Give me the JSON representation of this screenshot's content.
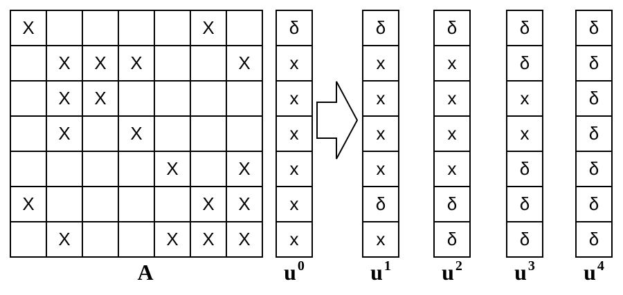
{
  "matrix": {
    "label": "A",
    "rows": [
      [
        "X",
        "",
        "",
        "",
        "",
        "X",
        ""
      ],
      [
        "",
        "X",
        "X",
        "X",
        "",
        "",
        "X"
      ],
      [
        "",
        "X",
        "X",
        "",
        "",
        "",
        ""
      ],
      [
        "",
        "X",
        "",
        "X",
        "",
        "",
        ""
      ],
      [
        "",
        "",
        "",
        "",
        "X",
        "",
        "X"
      ],
      [
        "X",
        "",
        "",
        "",
        "",
        "X",
        "X"
      ],
      [
        "",
        "X",
        "",
        "",
        "X",
        "X",
        "X"
      ]
    ]
  },
  "vectors": [
    {
      "base": "u",
      "sup": "0",
      "values": [
        "δ",
        "x",
        "x",
        "x",
        "x",
        "x",
        "x"
      ]
    },
    {
      "base": "u",
      "sup": "1",
      "values": [
        "δ",
        "x",
        "x",
        "x",
        "x",
        "δ",
        "x"
      ]
    },
    {
      "base": "u",
      "sup": "2",
      "values": [
        "δ",
        "x",
        "x",
        "x",
        "x",
        "δ",
        "δ"
      ]
    },
    {
      "base": "u",
      "sup": "3",
      "values": [
        "δ",
        "δ",
        "x",
        "x",
        "δ",
        "δ",
        "δ"
      ]
    },
    {
      "base": "u",
      "sup": "4",
      "values": [
        "δ",
        "δ",
        "δ",
        "δ",
        "δ",
        "δ",
        "δ"
      ]
    }
  ]
}
